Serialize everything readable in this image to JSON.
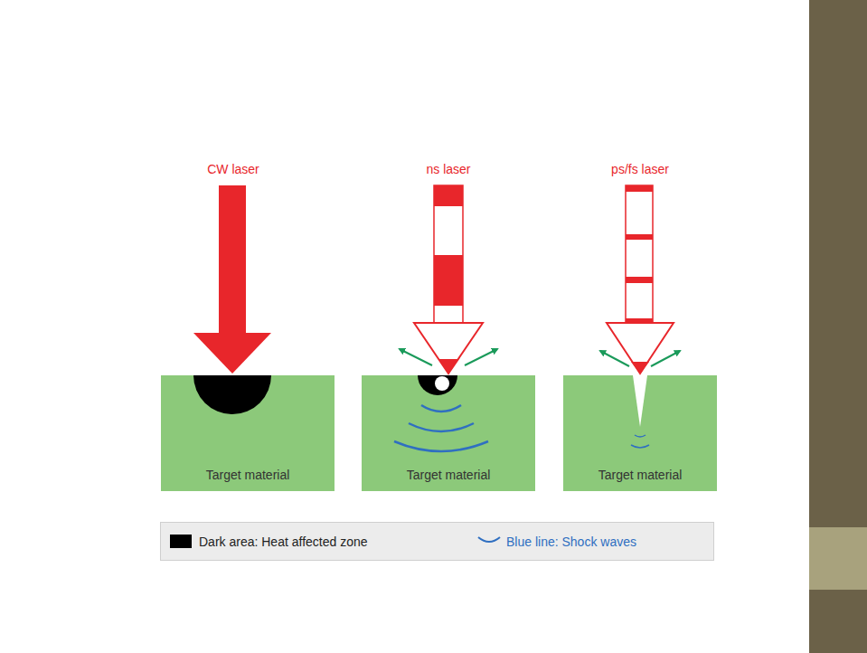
{
  "diagram": {
    "nodes": [
      {
        "text": [
          "Target material"
        ]
      },
      {
        "text": [
          "Target material"
        ]
      },
      {
        "text": [
          "Target material"
        ]
      }
    ],
    "labels": [
      "CW laser",
      "ns laser",
      "ps/fs laser"
    ],
    "legend": [
      {
        "text": "Dark area: Heat affected zone",
        "color": "#000000"
      },
      {
        "text": "Blue line: Shock waves"
      }
    ]
  }
}
